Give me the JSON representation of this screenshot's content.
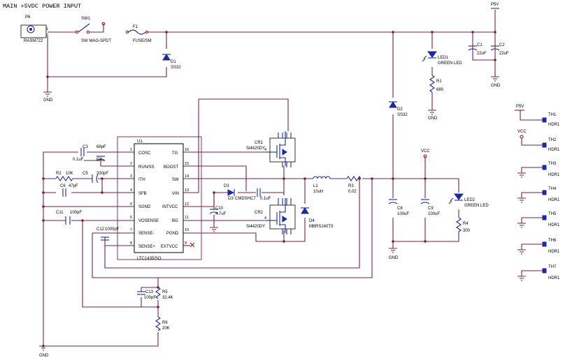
{
  "title": "MAIN +5VDC POWER INPUT",
  "net_labels": {
    "p5v": "P5V",
    "vcc": "VCC",
    "gnd": "GND"
  },
  "ic": {
    "ref": "U1",
    "part": "LTC1435/SO",
    "pins": [
      {
        "num": "1",
        "name": "COSC"
      },
      {
        "num": "2",
        "name": "RUN/SS"
      },
      {
        "num": "3",
        "name": "ITH"
      },
      {
        "num": "4",
        "name": "SFB"
      },
      {
        "num": "5",
        "name": "SGND"
      },
      {
        "num": "6",
        "name": "VOSENSE"
      },
      {
        "num": "7",
        "name": "SENSE-"
      },
      {
        "num": "8",
        "name": "SENSE+"
      },
      {
        "num": "16",
        "name": "TG"
      },
      {
        "num": "15",
        "name": "BOOST"
      },
      {
        "num": "14",
        "name": "SW"
      },
      {
        "num": "13",
        "name": "VIN"
      },
      {
        "num": "12",
        "name": "INTVCC"
      },
      {
        "num": "11",
        "name": "BG"
      },
      {
        "num": "10",
        "name": "PGND"
      },
      {
        "num": "9",
        "name": "EXTVCC"
      }
    ]
  },
  "components": {
    "p6": {
      "ref": "P6",
      "value": "RASM722"
    },
    "sw1": {
      "ref": "SW1",
      "value": "SW MAG-SPDT"
    },
    "f1": {
      "ref": "F1",
      "value": "FUSE/SM"
    },
    "d1": {
      "ref": "D1",
      "value": "SS32"
    },
    "d2": {
      "ref": "D2",
      "value": "SS32"
    },
    "led1": {
      "ref": "LED1",
      "value": "GREEN LED"
    },
    "led2": {
      "ref": "LED2",
      "value": "GREEN LED"
    },
    "r1": {
      "ref": "R1",
      "value": "680"
    },
    "c1": {
      "ref": "C1",
      "value": "22uF"
    },
    "c2": {
      "ref": "C2",
      "value": "22uF"
    },
    "c3": {
      "ref": "C3",
      "value": "68pF"
    },
    "c4": {
      "ref": "C4",
      "value": "0.1uF"
    },
    "r2": {
      "ref": "R2",
      "value": "10K"
    },
    "c5": {
      "ref": "C5",
      "value": "330pF"
    },
    "c6": {
      "ref": "C6",
      "value": "47pF"
    },
    "c11": {
      "ref": "C11",
      "value": "100pF"
    },
    "c12": {
      "ref": "C12",
      "value": "1000pF"
    },
    "cr1": {
      "ref": "CR1",
      "value": "Si4420DY"
    },
    "cr2": {
      "ref": "CR2",
      "value": "Si4420DY"
    },
    "d3": {
      "ref": "D3",
      "value": "CMDSH"
    },
    "c7": {
      "ref": "C7",
      "value": "0.1uF"
    },
    "c10": {
      "ref": "C10",
      "value": "4.7uF"
    },
    "d4": {
      "ref": "D4",
      "value": "MBRS140T3"
    },
    "l1": {
      "ref": "L1",
      "value": "10uH"
    },
    "r3": {
      "ref": "R3",
      "value": "0.02"
    },
    "c8": {
      "ref": "C8",
      "value": "100uF"
    },
    "c9": {
      "ref": "C9",
      "value": "100uF"
    },
    "r4": {
      "ref": "R4",
      "value": "300"
    },
    "c13": {
      "ref": "C13",
      "value": "100pF"
    },
    "r5": {
      "ref": "R5",
      "value": "32.4K"
    },
    "r6": {
      "ref": "R6",
      "value": "20K"
    }
  },
  "test_headers": [
    {
      "ref": "TH1",
      "value": "HDR1",
      "net": "P5V"
    },
    {
      "ref": "TH2",
      "value": "HDR1",
      "net": "VCC"
    },
    {
      "ref": "TH3",
      "value": "HDR1"
    },
    {
      "ref": "TH4",
      "value": "HDR1"
    },
    {
      "ref": "TH5",
      "value": "HDR1"
    },
    {
      "ref": "TH6",
      "value": "HDR1"
    },
    {
      "ref": "TH7",
      "value": "HDR1"
    }
  ],
  "colors": {
    "wire": "#7a1f3a",
    "symbol": "#1a2a9a",
    "text": "#000000",
    "marker": "#b00000"
  }
}
